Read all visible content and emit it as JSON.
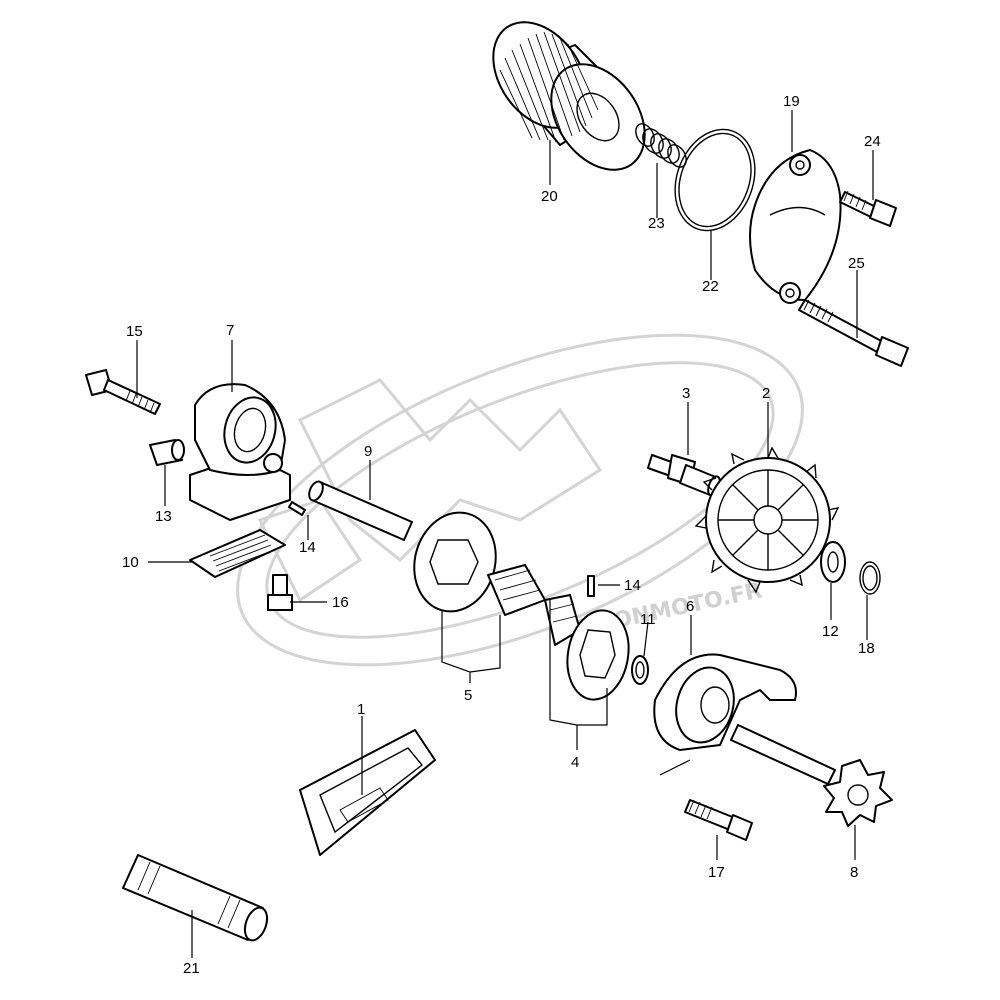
{
  "watermark": {
    "brand": "ACTIONMOTO.FR"
  },
  "callouts": {
    "n1": "1",
    "n2": "2",
    "n3": "3",
    "n4": "4",
    "n5": "5",
    "n6": "6",
    "n7": "7",
    "n8": "8",
    "n9": "9",
    "n10": "10",
    "n11": "11",
    "n12": "12",
    "n13": "13",
    "n14a": "14",
    "n14b": "14",
    "n15": "15",
    "n16": "16",
    "n17": "17",
    "n18": "18",
    "n19": "19",
    "n20": "20",
    "n21": "21",
    "n22": "22",
    "n23": "23",
    "n24": "24",
    "n25": "25"
  },
  "colors": {
    "line": "#000000",
    "background": "#ffffff",
    "watermark": "#d4d4d4"
  }
}
